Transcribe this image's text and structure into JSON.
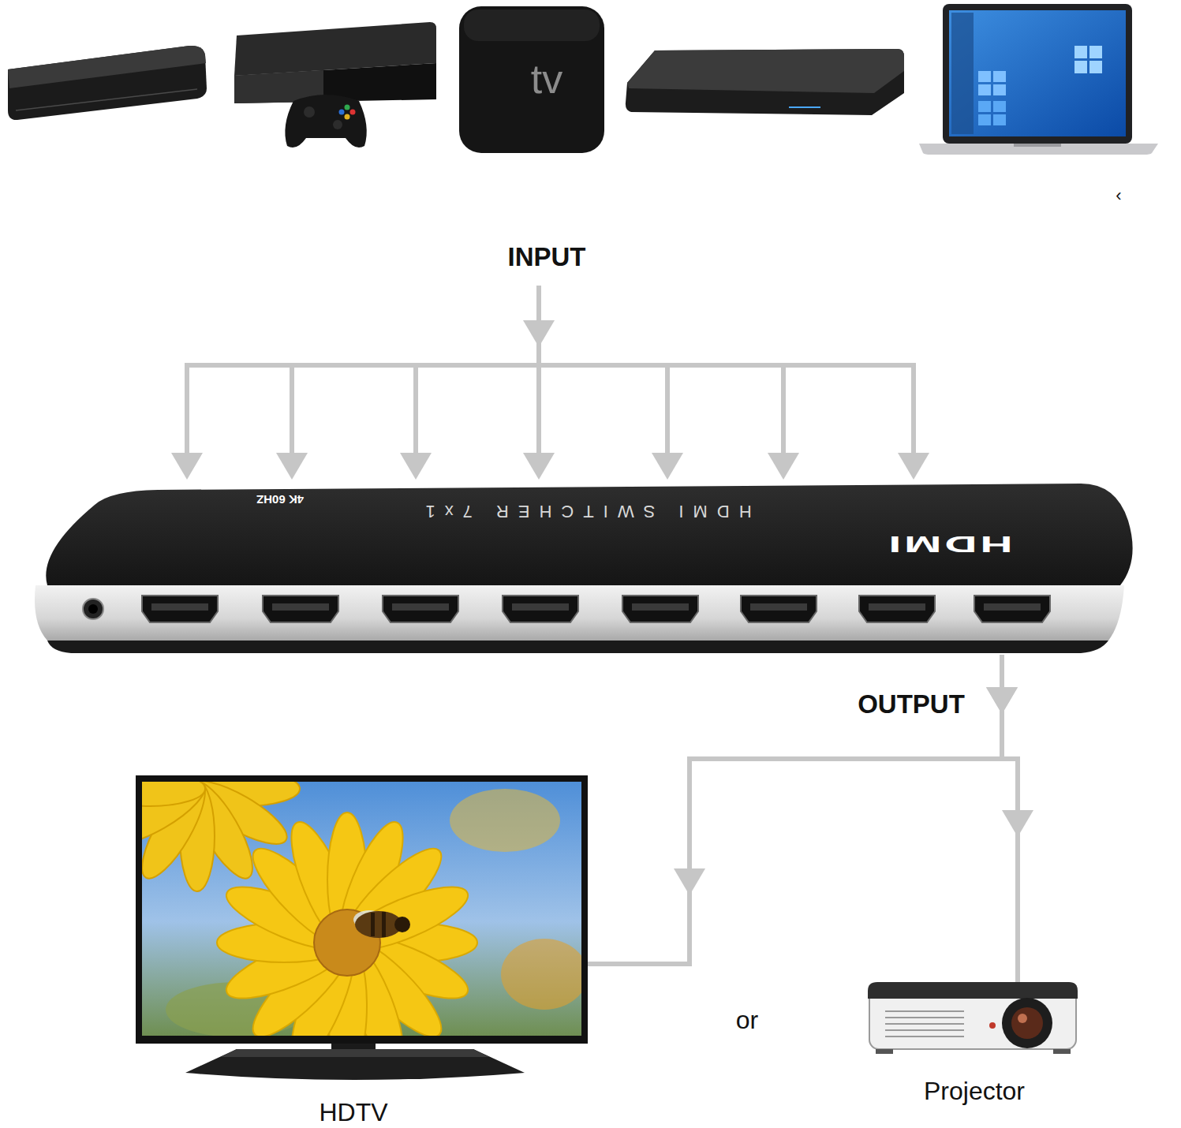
{
  "diagram": {
    "nodes": [
      {
        "text": [
          "tv"
        ]
      },
      {
        "text": [
          "HDMI SWITCHER 7x1",
          "4K 60HZ",
          "HDMI"
        ]
      },
      {
        "text": [
          "HDTV"
        ]
      },
      {
        "text": [
          "Projector"
        ]
      }
    ],
    "edges": [
      {
        "from": 1,
        "to": 2,
        "arrow": "to"
      },
      {
        "from": 1,
        "to": 3,
        "arrow": "to"
      }
    ],
    "labels": [
      "‹",
      "INPUT",
      "OUTPUT",
      "or"
    ]
  }
}
